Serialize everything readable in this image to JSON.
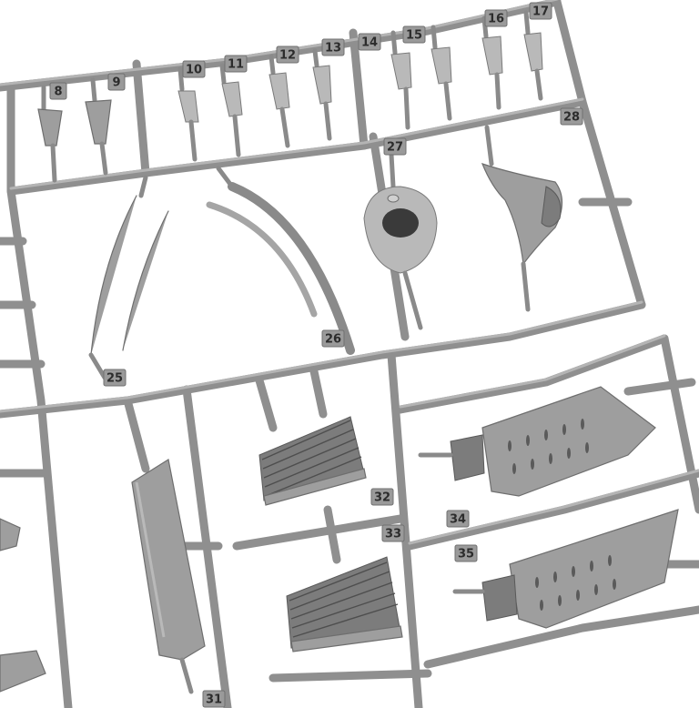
{
  "part_numbers": [
    {
      "id": "8",
      "label": "8"
    },
    {
      "id": "9",
      "label": "9"
    },
    {
      "id": "10",
      "label": "10"
    },
    {
      "id": "11",
      "label": "11"
    },
    {
      "id": "12",
      "label": "12"
    },
    {
      "id": "13",
      "label": "13"
    },
    {
      "id": "14",
      "label": "14"
    },
    {
      "id": "15",
      "label": "15"
    },
    {
      "id": "16",
      "label": "16"
    },
    {
      "id": "17",
      "label": "17"
    },
    {
      "id": "25",
      "label": "25"
    },
    {
      "id": "26",
      "label": "26"
    },
    {
      "id": "27",
      "label": "27"
    },
    {
      "id": "28",
      "label": "28"
    },
    {
      "id": "31",
      "label": "31"
    },
    {
      "id": "32",
      "label": "32"
    },
    {
      "id": "33",
      "label": "33"
    },
    {
      "id": "34",
      "label": "34"
    },
    {
      "id": "35",
      "label": "35"
    }
  ],
  "colors": {
    "background": "#ffffff",
    "plastic": "#9e9e9e",
    "plastic_shadow": "#6e6e6e",
    "number_text": "#2c2c2c"
  }
}
